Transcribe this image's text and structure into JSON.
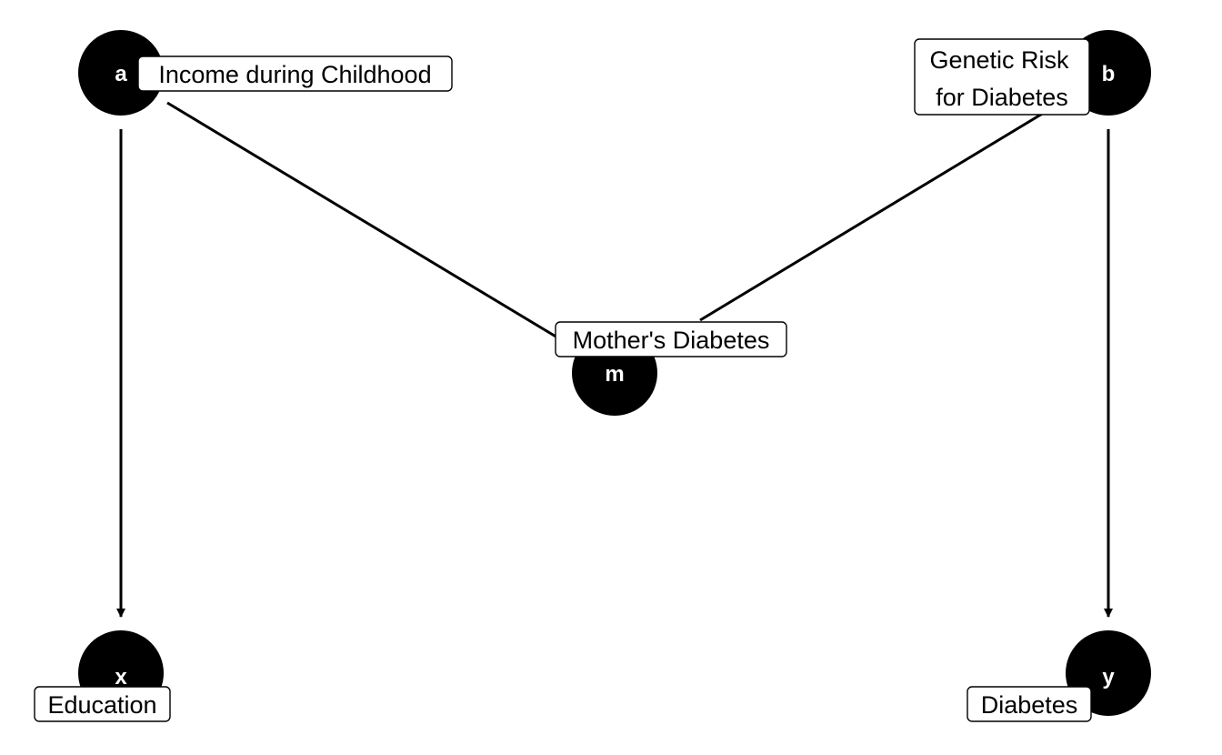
{
  "diagram": {
    "type": "causal-dag",
    "colors": {
      "node_fill": "#000000",
      "node_text": "#ffffff",
      "edge": "#000000",
      "label_bg": "#ffffff",
      "label_border": "#000000",
      "background": "#ffffff"
    },
    "nodes": [
      {
        "id": "a",
        "letter": "a",
        "label_lines": [
          "Income during Childhood"
        ]
      },
      {
        "id": "b",
        "letter": "b",
        "label_lines": [
          "Genetic Risk",
          "for Diabetes"
        ]
      },
      {
        "id": "m",
        "letter": "m",
        "label_lines": [
          "Mother's Diabetes"
        ]
      },
      {
        "id": "x",
        "letter": "x",
        "label_lines": [
          "Education"
        ]
      },
      {
        "id": "y",
        "letter": "y",
        "label_lines": [
          "Diabetes"
        ]
      }
    ],
    "edges": [
      {
        "from": "a",
        "to": "x",
        "directed": true
      },
      {
        "from": "b",
        "to": "y",
        "directed": true
      },
      {
        "from": "a",
        "to": "m",
        "directed": false
      },
      {
        "from": "b",
        "to": "m",
        "directed": false
      }
    ]
  }
}
